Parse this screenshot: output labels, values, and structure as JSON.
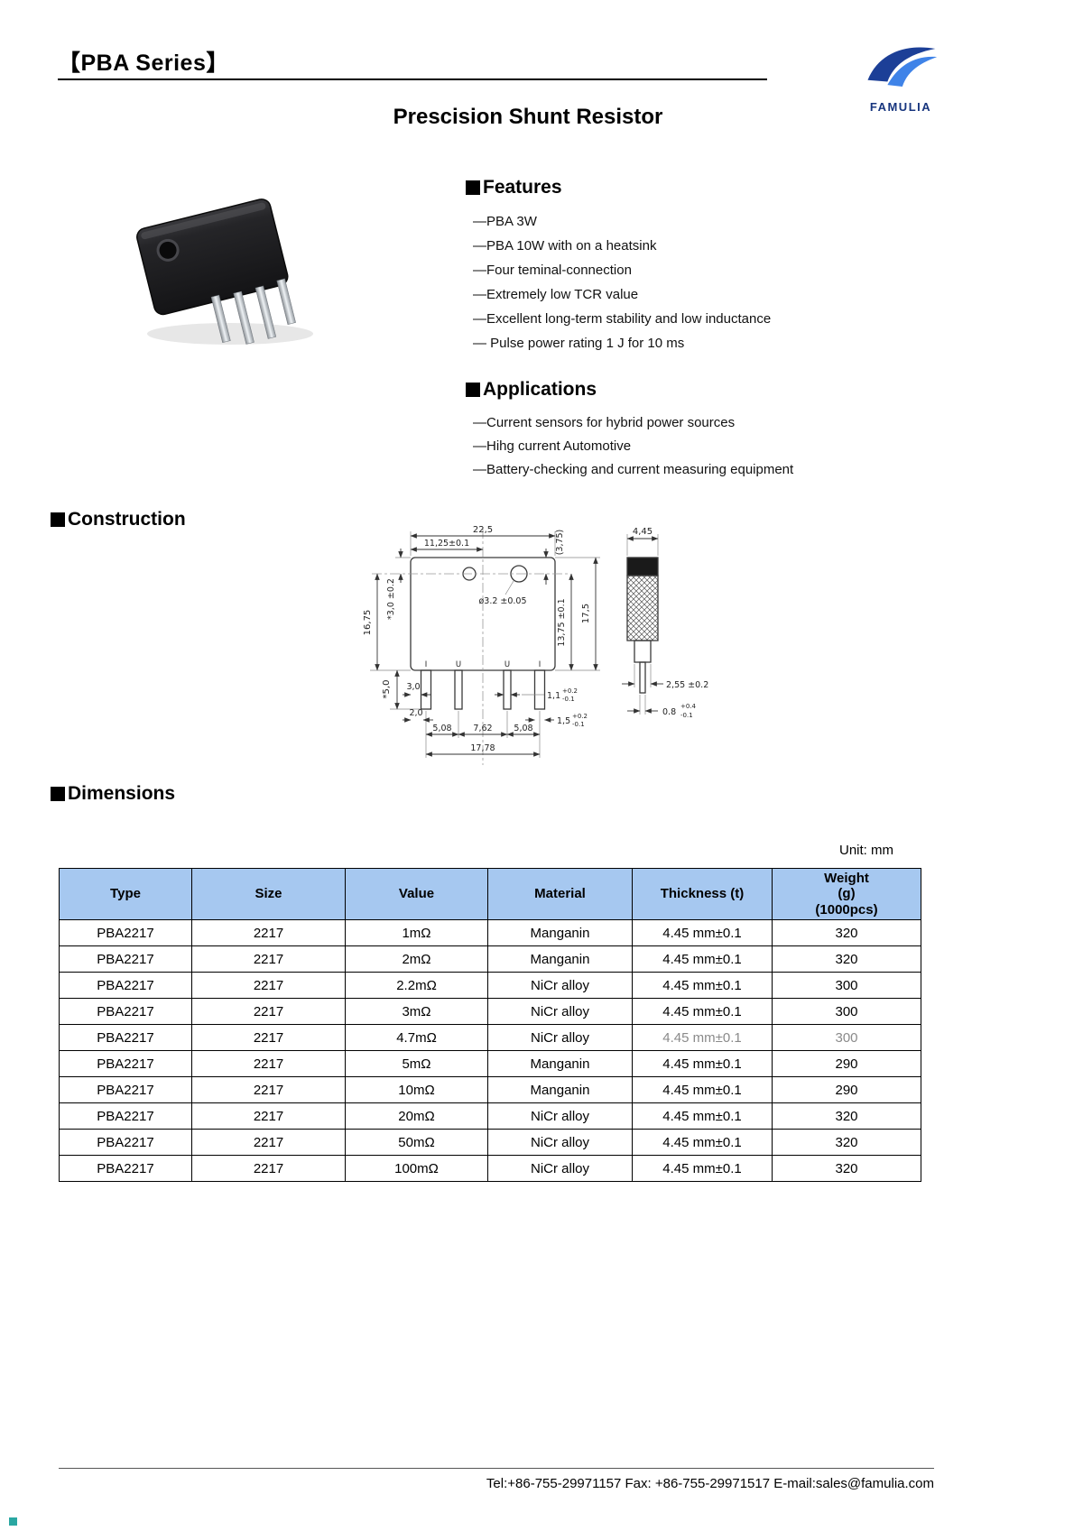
{
  "header": {
    "series_title": "【PBA Series】",
    "product_title": "Prescision Shunt Resistor",
    "brand": "FAMULIA"
  },
  "features": {
    "heading": "Features",
    "items": [
      "—PBA 3W",
      "—PBA 10W with on a heatsink",
      "—Four teminal-connection",
      "—Extremely low TCR value",
      "—Excellent long-term stability and low inductance",
      "— Pulse power rating 1 J for 10 ms"
    ]
  },
  "applications": {
    "heading": "Applications",
    "items": [
      "—Current sensors for hybrid power sources",
      "—Hihg current Automotive",
      "—Battery-checking and current measuring equipment"
    ]
  },
  "construction": {
    "heading": "Construction",
    "dims": {
      "overall_width": "22,5",
      "hole_center_x": "11,25±0.1",
      "top_to_hole": "(3,75)",
      "side_width": "4,45",
      "left_height": "16,75",
      "hole_from_top": "*3,0 ±0.2",
      "hole_dia": "ø3.2 ±0.05",
      "hole_to_bottom": "13,75 ±0.1",
      "right_height": "17,5",
      "pin_length": "*5,0",
      "edge_gap_a": "3,0",
      "edge_gap_b": "2,0",
      "inner_pin_width": "1,1",
      "inner_pin_tol_plus": "+0.2",
      "inner_pin_tol_minus": "-0.1",
      "outer_pin_width": "1,5",
      "outer_pin_tol_plus": "+0.2",
      "outer_pin_tol_minus": "-0.1",
      "side_stub": "2,55 ±0.2",
      "side_pin_width": "0.8",
      "side_pin_tol_plus": "+0.4",
      "side_pin_tol_minus": "-0.1",
      "pitch_a": "5,08",
      "pitch_b": "7,62",
      "pitch_c": "5,08",
      "pitch_total": "17,78",
      "terminals": [
        "I",
        "U",
        "U",
        "I"
      ]
    }
  },
  "dimensions": {
    "heading": "Dimensions",
    "unit_note": "Unit: mm",
    "table": {
      "headers": [
        "Type",
        "Size",
        "Value",
        "Material",
        "Thickness (t)",
        "Weight\n(g)\n(1000pcs)"
      ],
      "header_bg": "#a6c8f0",
      "muted_row": 4,
      "rows": [
        [
          "PBA2217",
          "2217",
          "1mΩ",
          "Manganin",
          "4.45 mm±0.1",
          "320"
        ],
        [
          "PBA2217",
          "2217",
          "2mΩ",
          "Manganin",
          "4.45 mm±0.1",
          "320"
        ],
        [
          "PBA2217",
          "2217",
          "2.2mΩ",
          "NiCr alloy",
          "4.45 mm±0.1",
          "300"
        ],
        [
          "PBA2217",
          "2217",
          "3mΩ",
          "NiCr alloy",
          "4.45 mm±0.1",
          "300"
        ],
        [
          "PBA2217",
          "2217",
          "4.7mΩ",
          "NiCr alloy",
          "4.45 mm±0.1",
          "300"
        ],
        [
          "PBA2217",
          "2217",
          "5mΩ",
          "Manganin",
          "4.45 mm±0.1",
          "290"
        ],
        [
          "PBA2217",
          "2217",
          "10mΩ",
          "Manganin",
          "4.45 mm±0.1",
          "290"
        ],
        [
          "PBA2217",
          "2217",
          "20mΩ",
          "NiCr alloy",
          "4.45 mm±0.1",
          "320"
        ],
        [
          "PBA2217",
          "2217",
          "50mΩ",
          "NiCr alloy",
          "4.45 mm±0.1",
          "320"
        ],
        [
          "PBA2217",
          "2217",
          "100mΩ",
          "NiCr alloy",
          "4.45 mm±0.1",
          "320"
        ]
      ]
    }
  },
  "footer": {
    "contact": "Tel:+86-755-29971157  Fax: +86-755-29971517    E-mail:sales@famulia.com"
  }
}
